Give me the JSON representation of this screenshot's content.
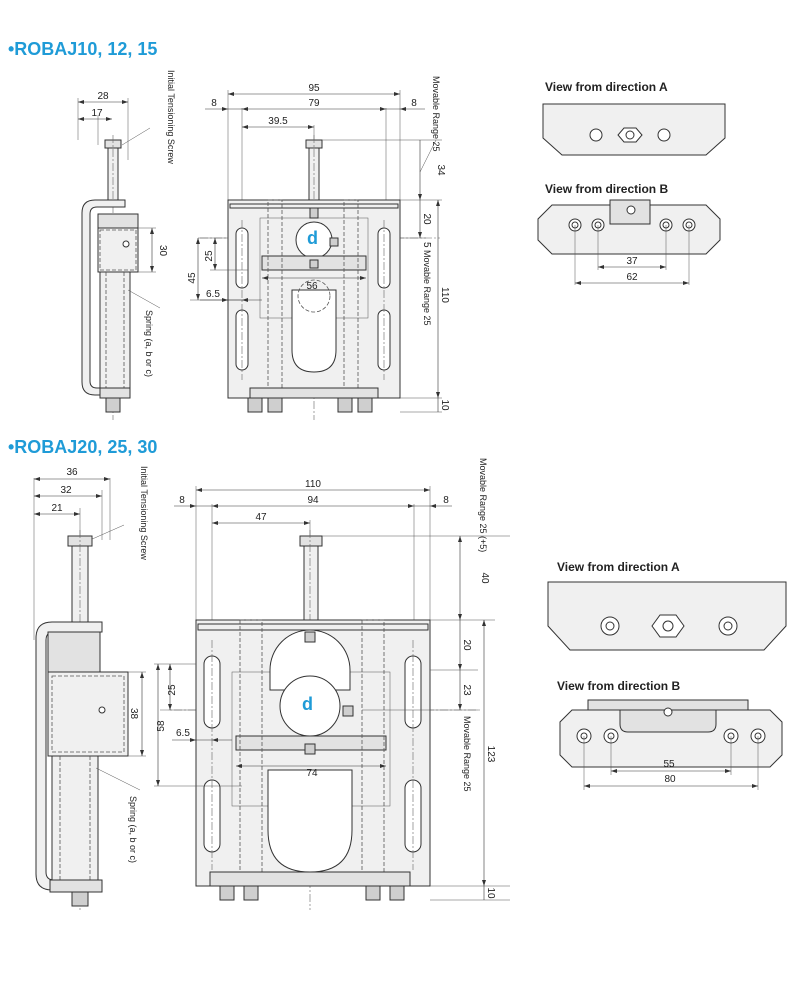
{
  "sections": [
    {
      "title": "•ROBAJ10, 12, 15",
      "side": {
        "screw_label": "Initial Tensioning Screw",
        "spring_label": "Spring (a, b or c)",
        "dims": [
          "28",
          "17",
          "30"
        ]
      },
      "front": {
        "dims": [
          "95",
          "8",
          "79",
          "8",
          "39.5",
          "34",
          "20",
          "5",
          "110",
          "10",
          "25",
          "45",
          "6.5",
          "56"
        ],
        "movable_top": "Movable Range 25",
        "movable_side": "Movable Range 25",
        "d_label": "d"
      },
      "view_a": {
        "title": "View from direction A"
      },
      "view_b": {
        "title": "View from direction B",
        "dims": [
          "37",
          "62"
        ]
      }
    },
    {
      "title": "•ROBAJ20, 25, 30",
      "side": {
        "screw_label": "Initial Tensioning Screw",
        "spring_label": "Spring (a, b or c)",
        "dims": [
          "36",
          "32",
          "21",
          "38"
        ]
      },
      "front": {
        "dims": [
          "110",
          "8",
          "94",
          "8",
          "47",
          "40",
          "20",
          "23",
          "123",
          "10",
          "25",
          "58",
          "6.5",
          "74"
        ],
        "movable_top": "Movable Range 25 (+5)",
        "movable_side": "Movable Range 25",
        "d_label": "d"
      },
      "view_a": {
        "title": "View from direction A"
      },
      "view_b": {
        "title": "View from direction B",
        "dims": [
          "55",
          "80"
        ]
      }
    }
  ]
}
